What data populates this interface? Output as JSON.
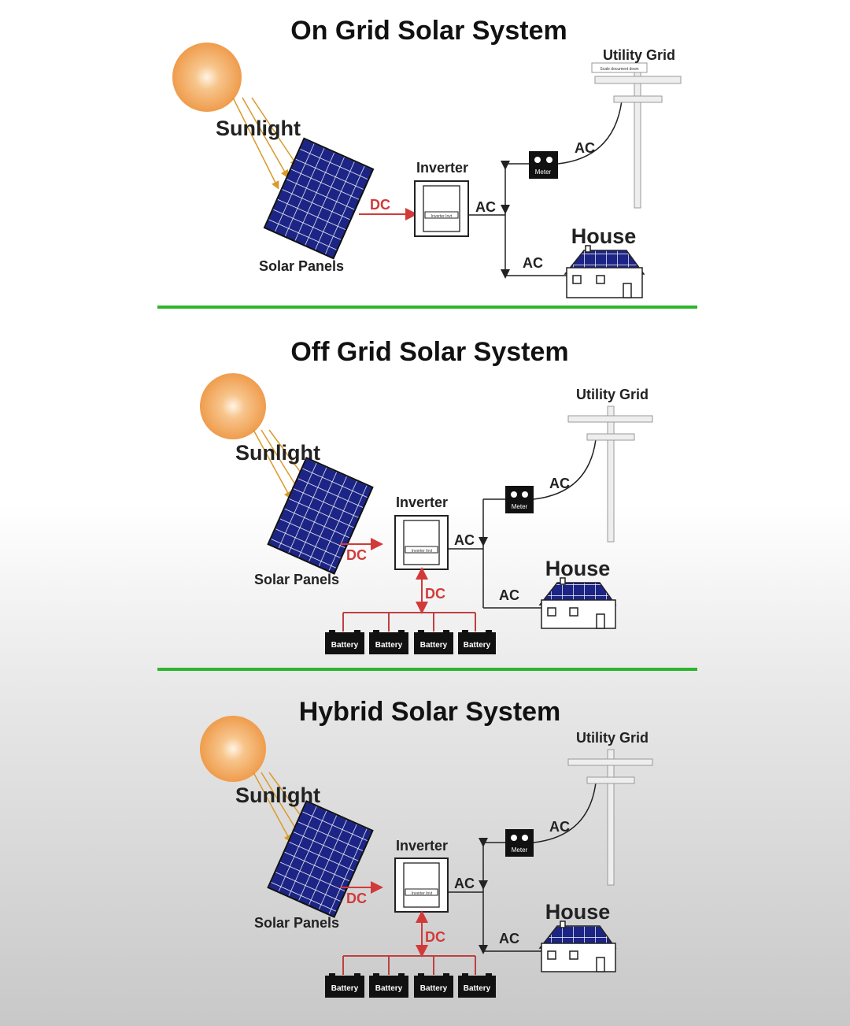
{
  "sections": [
    {
      "title": "On Grid Solar System",
      "sunlight": "Sunlight",
      "solar_panels": "Solar Panels",
      "inverter": "Inverter",
      "inverter_plate": "Inverter Invt",
      "dc": "DC",
      "ac_inverter": "AC",
      "ac_meter": "AC",
      "ac_house": "AC",
      "meter": "Meter",
      "utility_grid": "Utility Grid",
      "utility_sub": "Scale document down",
      "house": "House"
    },
    {
      "title": "Off Grid Solar System",
      "sunlight": "Sunlight",
      "solar_panels": "Solar Panels",
      "inverter": "Inverter",
      "inverter_plate": "Inverter Invt",
      "dc": "DC",
      "dc_battery": "DC",
      "ac_inverter": "AC",
      "ac_meter": "AC",
      "ac_house": "AC",
      "meter": "Meter",
      "utility_grid": "Utility Grid",
      "house": "House",
      "batteries": [
        "Battery",
        "Battery",
        "Battery",
        "Battery"
      ]
    },
    {
      "title": "Hybrid Solar System",
      "sunlight": "Sunlight",
      "solar_panels": "Solar Panels",
      "inverter": "Inverter",
      "inverter_plate": "Inverter Invt",
      "dc": "DC",
      "dc_battery": "DC",
      "ac_inverter": "AC",
      "ac_meter": "AC",
      "ac_house": "AC",
      "meter": "Meter",
      "utility_grid": "Utility Grid",
      "house": "House",
      "batteries": [
        "Battery",
        "Battery",
        "Battery",
        "Battery"
      ]
    }
  ],
  "colors": {
    "divider": "#2db52d",
    "dc_red": "#d23a3a",
    "sun": "#f2a65a",
    "panel": "#1f2a8a"
  }
}
